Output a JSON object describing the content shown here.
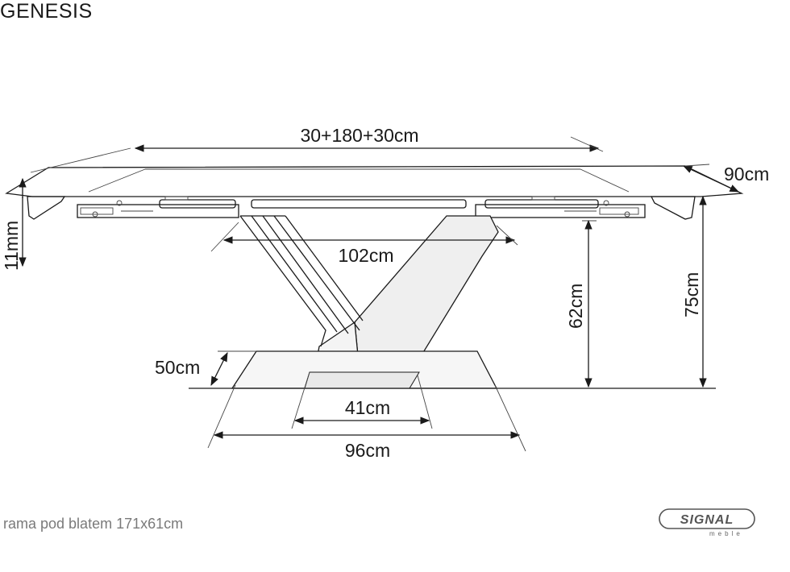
{
  "title": "GENESIS",
  "dimensions": {
    "extended_length": "30+180+30cm",
    "depth": "90cm",
    "top_thickness": "11mm",
    "frame_span": "102cm",
    "base_height": "62cm",
    "total_height": "75cm",
    "base_plate_depth": "50cm",
    "column_width": "41cm",
    "base_plate_length": "96cm"
  },
  "footnote": "rama pod blatem 171x61cm",
  "logo": {
    "name": "SIGNAL",
    "sub": "meble"
  }
}
